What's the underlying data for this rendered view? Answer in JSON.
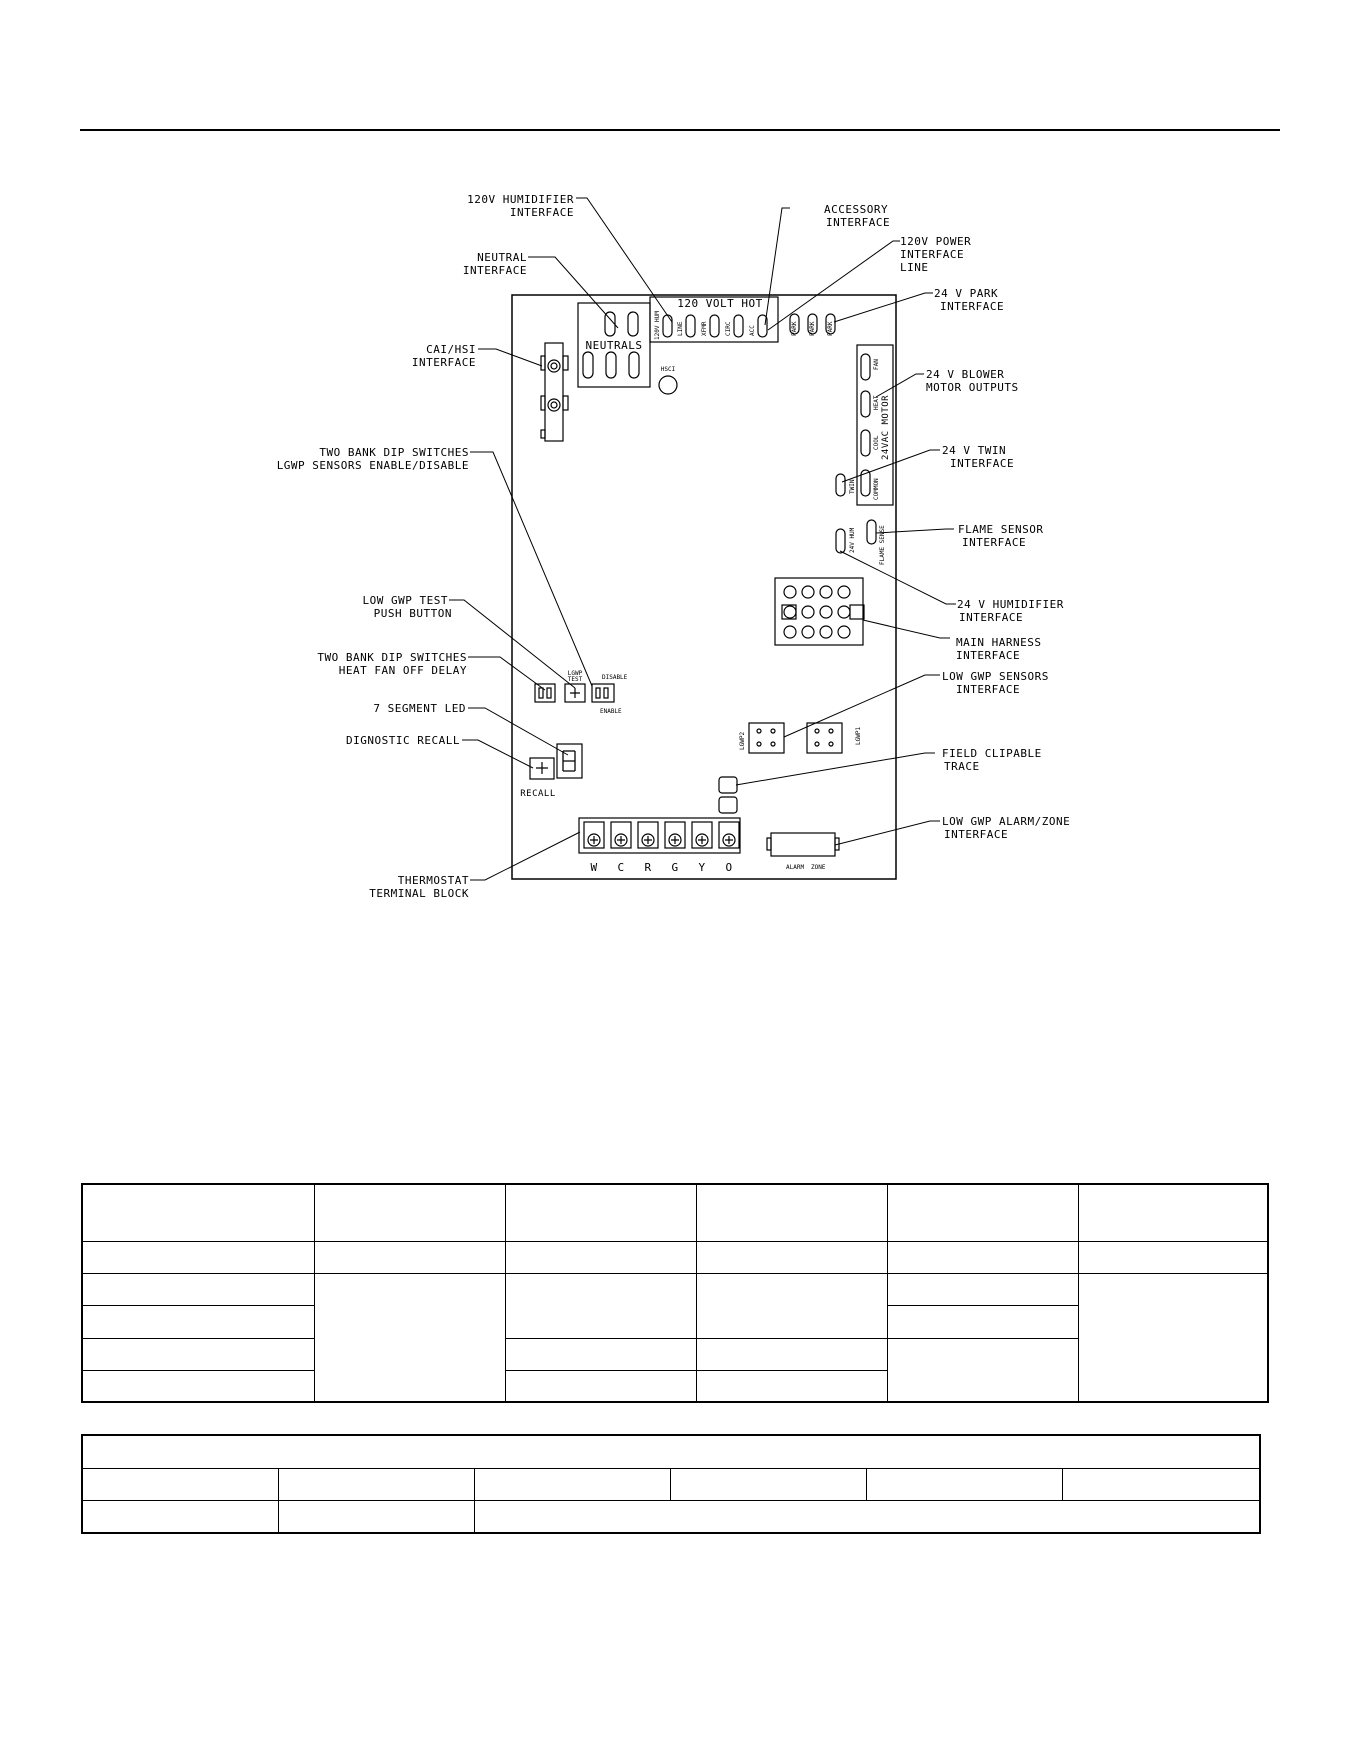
{
  "callouts": {
    "hum120": [
      "120V HUMIDIFIER",
      "INTERFACE"
    ],
    "neutral": [
      "NEUTRAL",
      "INTERFACE"
    ],
    "accessory": [
      "ACCESSORY",
      "INTERFACE"
    ],
    "power120": [
      "120V POWER",
      "INTERFACE",
      "LINE"
    ],
    "park24": [
      "24 V PARK",
      "INTERFACE"
    ],
    "caihsi": [
      "CAI/HSI",
      "INTERFACE"
    ],
    "blower24": [
      "24 V BLOWER",
      "MOTOR OUTPUTS"
    ],
    "dip_lgwp": [
      "TWO BANK DIP SWITCHES",
      "LGWP SENSORS ENABLE/DISABLE"
    ],
    "twin24": [
      "24 V TWIN",
      "INTERFACE"
    ],
    "flame": [
      "FLAME SENSOR",
      "INTERFACE"
    ],
    "hum24": [
      "24 V HUMIDIFIER",
      "INTERFACE"
    ],
    "lowgwp_test": [
      "LOW GWP TEST",
      "PUSH BUTTON"
    ],
    "main_harness": [
      "MAIN HARNESS",
      "INTERFACE"
    ],
    "dip_heat": [
      "TWO BANK DIP SWITCHES",
      "HEAT FAN OFF DELAY"
    ],
    "lowgwp_sensors": [
      "LOW GWP SENSORS",
      "INTERFACE"
    ],
    "led7": [
      "7 SEGMENT LED"
    ],
    "diag": [
      "DIGNOSTIC RECALL"
    ],
    "field_trace": [
      "FIELD CLIPABLE",
      "TRACE"
    ],
    "alarm_zone": [
      "LOW GWP ALARM/ZONE",
      "INTERFACE"
    ],
    "thermostat": [
      "THERMOSTAT",
      "TERMINAL BLOCK"
    ]
  },
  "board": {
    "neutrals": "NEUTRALS",
    "volt_hot": "120 VOLT HOT",
    "hot_terminals": [
      "120V HUM",
      "LINE",
      "XFMR",
      "CIRC",
      "ACC"
    ],
    "park_terminals": [
      "PARK",
      "PARK",
      "PARK"
    ],
    "motor_terminals": [
      "FAN",
      "HEAT",
      "COOL"
    ],
    "motor_label": "24VAC MOTOR",
    "common": "COMMON",
    "twin": "TWIN",
    "hum24": "24V HUM",
    "flame_sense": "FLAME SENSE",
    "hsci": "HSCI",
    "lgwp_test": [
      "LGWP",
      "TEST"
    ],
    "disable": "DISABLE",
    "enable": "ENABLE",
    "recall": "RECALL",
    "lgwp1": "LGWP1",
    "lgwp2": "LGWP2",
    "alarm": "ALARM",
    "zone": "ZONE",
    "thermostat_terminals": [
      "W",
      "C",
      "R",
      "G",
      "Y",
      "O"
    ],
    "led_digit": "8"
  }
}
